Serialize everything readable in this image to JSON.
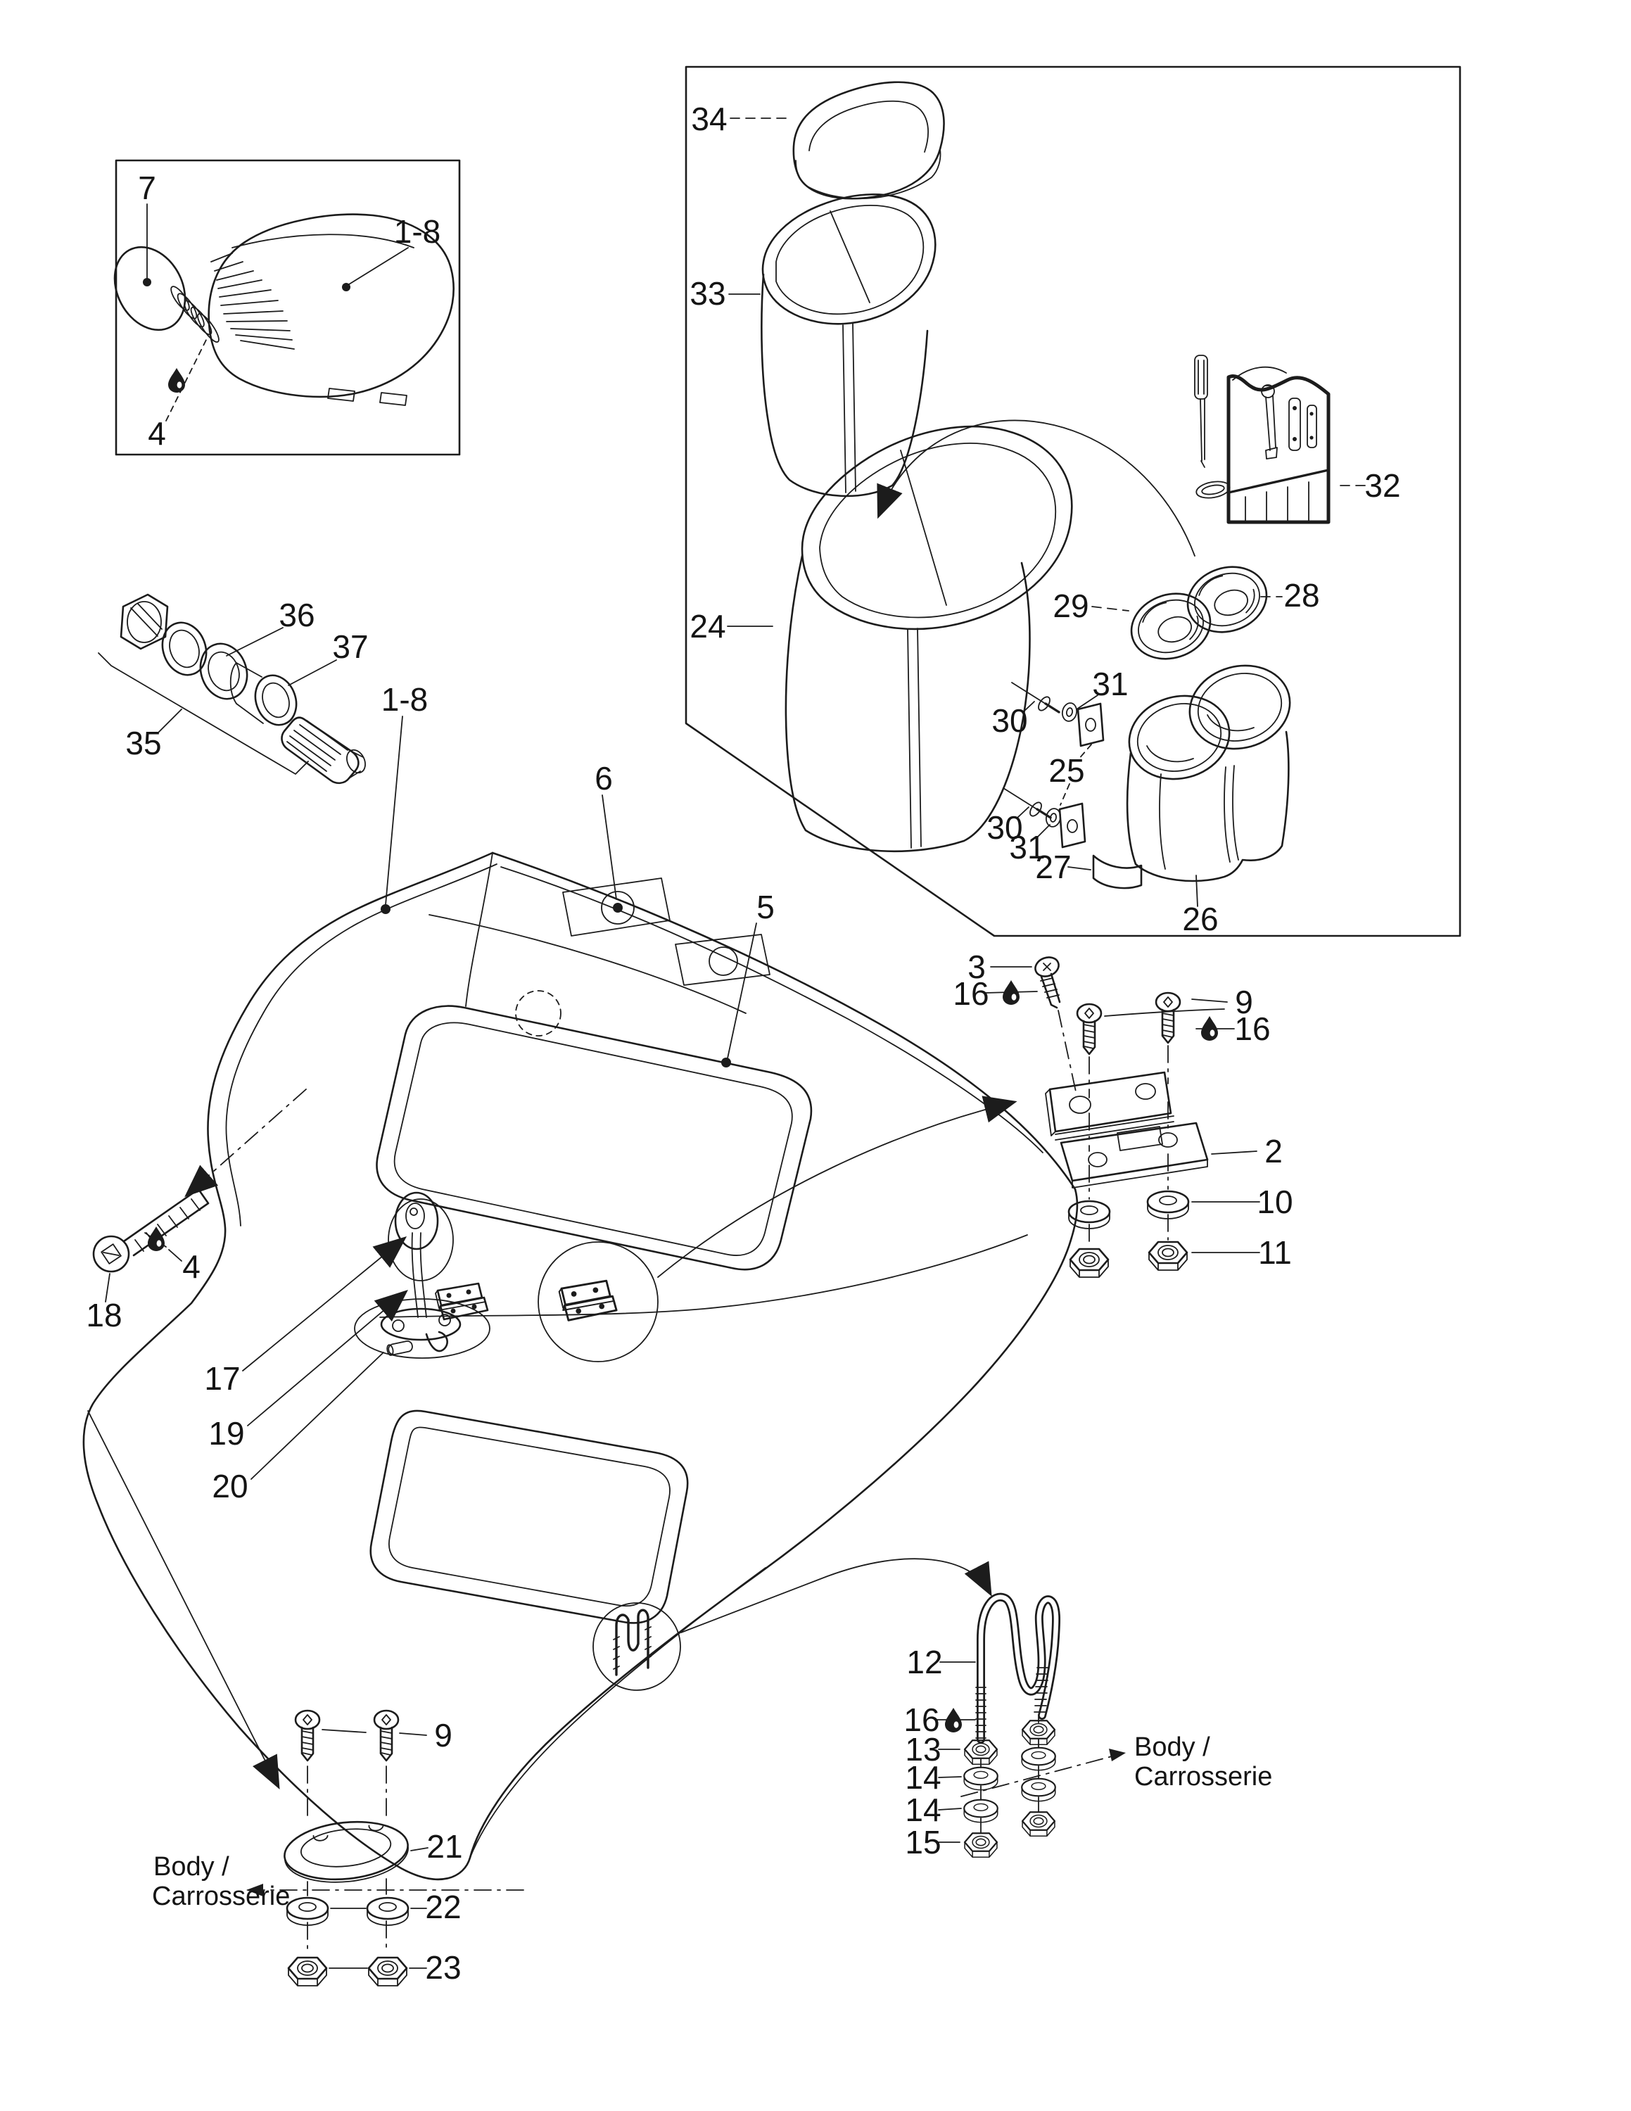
{
  "figure": {
    "kind": "exploded-parts-diagram",
    "ink_color": "#1c1c1c",
    "paper_color": "#ffffff"
  },
  "callouts": [
    {
      "id": "seat-grip",
      "text": "7"
    },
    {
      "id": "seat-assembly-ref",
      "text": "1-8"
    },
    {
      "id": "seat-lubricant",
      "text": "4"
    },
    {
      "id": "box-lid",
      "text": "34"
    },
    {
      "id": "inner-bin",
      "text": "33"
    },
    {
      "id": "storage-box",
      "text": "24"
    },
    {
      "id": "tool-kit",
      "text": "32"
    },
    {
      "id": "cap-left",
      "text": "29"
    },
    {
      "id": "cap-right",
      "text": "28"
    },
    {
      "id": "washer-top",
      "text": "31"
    },
    {
      "id": "rivet-top",
      "text": "30"
    },
    {
      "id": "plate-pair",
      "text": "25"
    },
    {
      "id": "rivet-bottom",
      "text": "30"
    },
    {
      "id": "washer-bottom",
      "text": "31"
    },
    {
      "id": "holder-base",
      "text": "27"
    },
    {
      "id": "cup-holder",
      "text": "26"
    },
    {
      "id": "seal-rings",
      "text": "36"
    },
    {
      "id": "bushing",
      "text": "37"
    },
    {
      "id": "plug-group",
      "text": "35"
    },
    {
      "id": "panel-assembly-ref",
      "text": "1-8"
    },
    {
      "id": "panel-screw",
      "text": "6"
    },
    {
      "id": "opening-rim",
      "text": "5"
    },
    {
      "id": "side-screw",
      "text": "18"
    },
    {
      "id": "panel-lubricant",
      "text": "4"
    },
    {
      "id": "latch-grommet",
      "text": "17"
    },
    {
      "id": "latch-rod",
      "text": "19"
    },
    {
      "id": "latch-pin",
      "text": "20"
    },
    {
      "id": "hinge-screw-left",
      "text": "3"
    },
    {
      "id": "hinge-lube-left",
      "text": "16"
    },
    {
      "id": "hinge-screws",
      "text": "9"
    },
    {
      "id": "hinge-lube-right",
      "text": "16"
    },
    {
      "id": "hinge",
      "text": "2"
    },
    {
      "id": "hinge-washer",
      "text": "10"
    },
    {
      "id": "hinge-nut",
      "text": "11"
    },
    {
      "id": "mount-screws",
      "text": "9"
    },
    {
      "id": "mount-ring",
      "text": "21"
    },
    {
      "id": "mount-washer",
      "text": "22"
    },
    {
      "id": "mount-nut",
      "text": "23"
    },
    {
      "id": "u-bolt",
      "text": "12"
    },
    {
      "id": "u-bolt-lube",
      "text": "16"
    },
    {
      "id": "u-bolt-nut-upper",
      "text": "13"
    },
    {
      "id": "u-bolt-washer-upper",
      "text": "14"
    },
    {
      "id": "u-bolt-washer-lower",
      "text": "14"
    },
    {
      "id": "u-bolt-nut-lower",
      "text": "15"
    }
  ],
  "annotations": {
    "body_left": {
      "line1": "Body /",
      "line2": "Carrosserie"
    },
    "body_right": {
      "line1": "Body /",
      "line2": "Carrosserie"
    }
  }
}
